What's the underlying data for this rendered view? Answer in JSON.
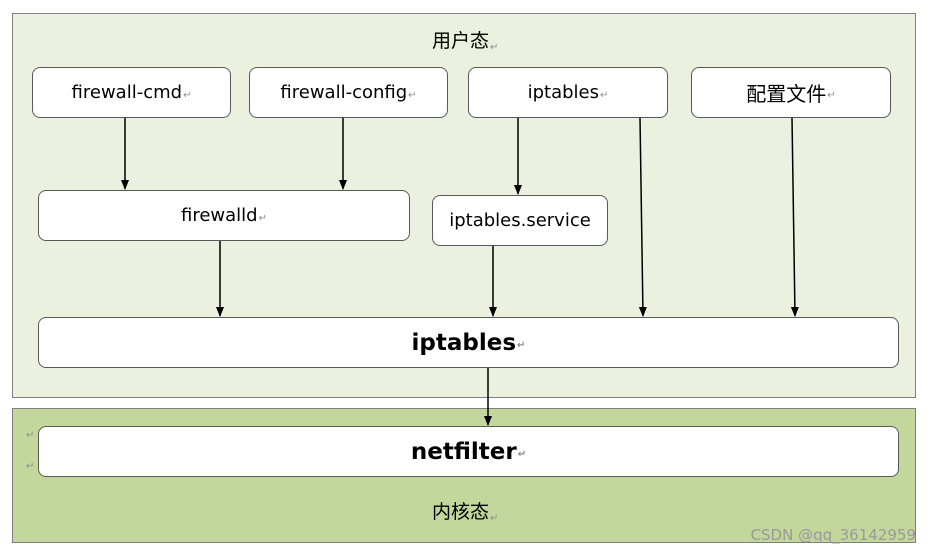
{
  "regions": {
    "user_space": "用户态",
    "kernel_space": "内核态"
  },
  "nodes": {
    "firewall_cmd": "firewall-cmd",
    "firewall_config": "firewall-config",
    "iptables_tool": "iptables",
    "config_files": "配置文件",
    "firewalld": "firewalld",
    "iptables_service": "iptables.service",
    "iptables_core": "iptables",
    "netfilter": "netfilter"
  },
  "watermark": "CSDN @qq_36142959",
  "colors": {
    "user_region_bg": "#ebf1de",
    "kernel_region_bg": "#c3d69b",
    "node_bg": "#ffffff",
    "border": "#595959"
  },
  "edges": [
    {
      "from": "firewall_cmd",
      "to": "firewalld"
    },
    {
      "from": "firewall_config",
      "to": "firewalld"
    },
    {
      "from": "iptables_tool",
      "to": "iptables_service"
    },
    {
      "from": "iptables_tool",
      "to": "iptables_core"
    },
    {
      "from": "config_files",
      "to": "iptables_core"
    },
    {
      "from": "firewalld",
      "to": "iptables_core"
    },
    {
      "from": "iptables_service",
      "to": "iptables_core"
    },
    {
      "from": "iptables_core",
      "to": "netfilter"
    }
  ]
}
